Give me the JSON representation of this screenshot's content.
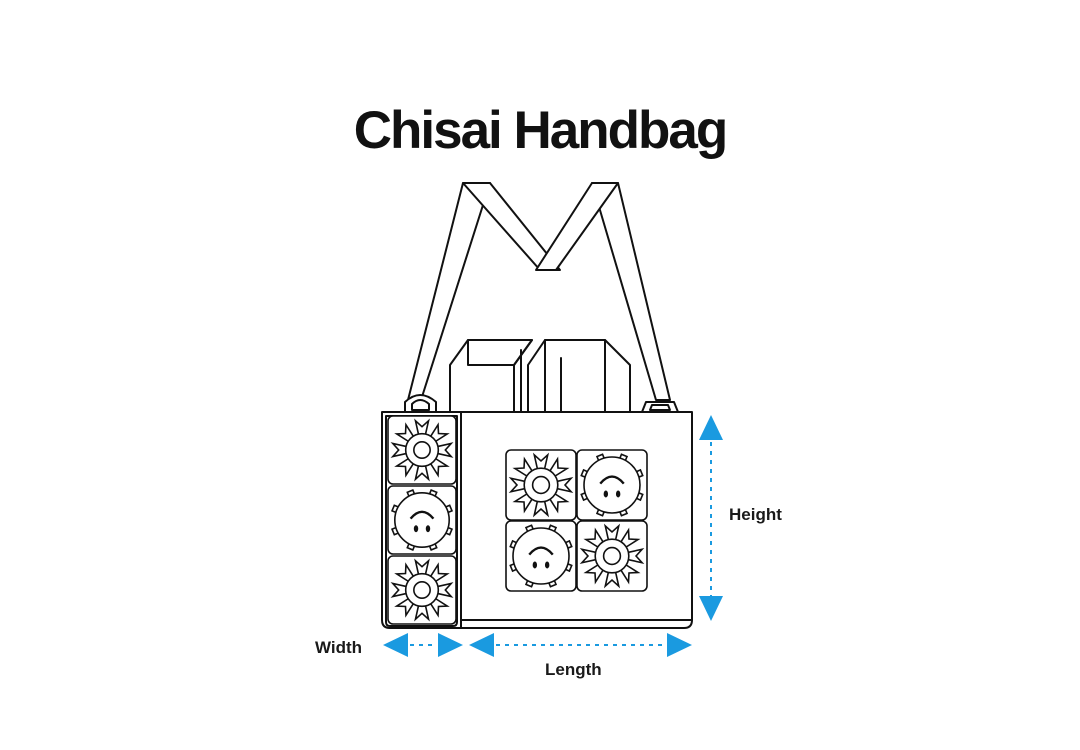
{
  "title": "Chisai Handbag",
  "dimensions": {
    "height_label": "Height",
    "width_label": "Width",
    "length_label": "Length"
  },
  "colors": {
    "outline": "#111111",
    "arrow": "#1a9ae0",
    "background": "#ffffff"
  },
  "icons": {
    "tile_types": [
      "flower",
      "smiley"
    ],
    "side_panel": [
      "flower",
      "smiley",
      "flower"
    ],
    "front_grid": [
      "flower",
      "smiley",
      "smiley",
      "flower"
    ]
  }
}
